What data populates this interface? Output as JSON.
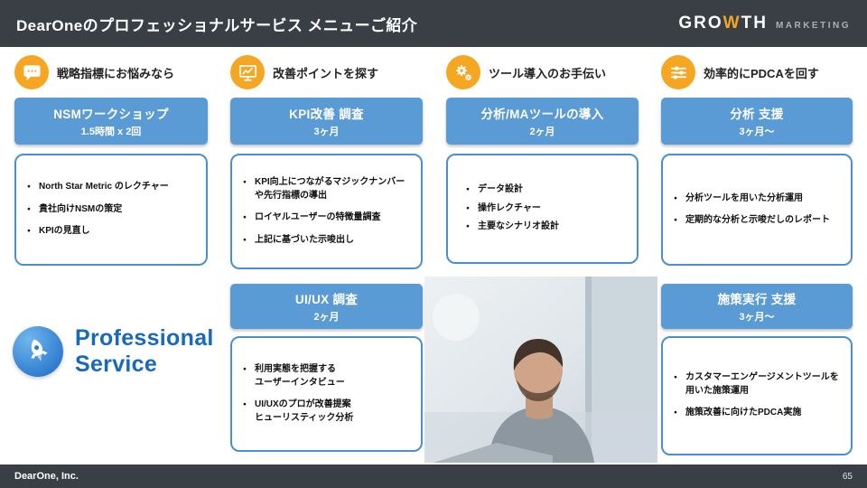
{
  "header": {
    "title": "DearOneのプロフェッショナルサービス メニューご紹介",
    "logo_gro": "GRO",
    "logo_w": "W",
    "logo_th": "TH",
    "logo_marketing": "MARKETING"
  },
  "columns": [
    {
      "icon": "speech-bubble-icon",
      "heading": "戦略指標にお悩みなら",
      "cards": [
        {
          "title": "NSMワークショップ",
          "subtitle": "1.5時間 x 2回",
          "bullets": [
            "North Star Metric のレクチャー",
            "貴社向けNSMの策定",
            "KPIの見直し"
          ]
        }
      ]
    },
    {
      "icon": "monitor-chart-icon",
      "heading": "改善ポイントを探す",
      "cards": [
        {
          "title": "KPI改善 調査",
          "subtitle": "3ヶ月",
          "bullets": [
            "KPI向上につながるマジックナンバーや先行指標の導出",
            "ロイヤルユーザーの特徴量調査",
            "上記に基づいた示唆出し"
          ]
        },
        {
          "title": "UI/UX 調査",
          "subtitle": "2ヶ月",
          "bullets": [
            "利用実態を把握する\nユーザーインタビュー",
            "UI/UXのプロが改善提案\nヒューリスティック分析"
          ]
        }
      ]
    },
    {
      "icon": "gears-icon",
      "heading": "ツール導入のお手伝い",
      "cards": [
        {
          "title": "分析/MAツールの導入",
          "subtitle": "2ヶ月",
          "bullets": [
            "データ設計",
            "操作レクチャー",
            "主要なシナリオ設計"
          ]
        }
      ]
    },
    {
      "icon": "sliders-icon",
      "heading": "効率的にPDCAを回す",
      "cards": [
        {
          "title": "分析 支援",
          "subtitle": "3ヶ月〜",
          "bullets": [
            "分析ツールを用いた分析運用",
            "定期的な分析と示唆だしのレポート"
          ]
        },
        {
          "title": "施策実行 支援",
          "subtitle": "3ヶ月〜",
          "bullets": [
            "カスタマーエンゲージメントツールを用いた施策運用",
            "施策改善に向けたPDCA実施"
          ]
        }
      ]
    }
  ],
  "branding": {
    "icon": "rocket-icon",
    "line1": "Professional",
    "line2": "Service"
  },
  "footer": {
    "company": "DearOne, Inc.",
    "page": "65"
  },
  "colors": {
    "header_bg": "#3a3f45",
    "card_blue": "#5b9bd5",
    "card_border_blue": "#4a8fd3",
    "badge_yellow": "#f5a623",
    "brand_blue": "#1769c0",
    "logo_orange": "#f5a623"
  }
}
